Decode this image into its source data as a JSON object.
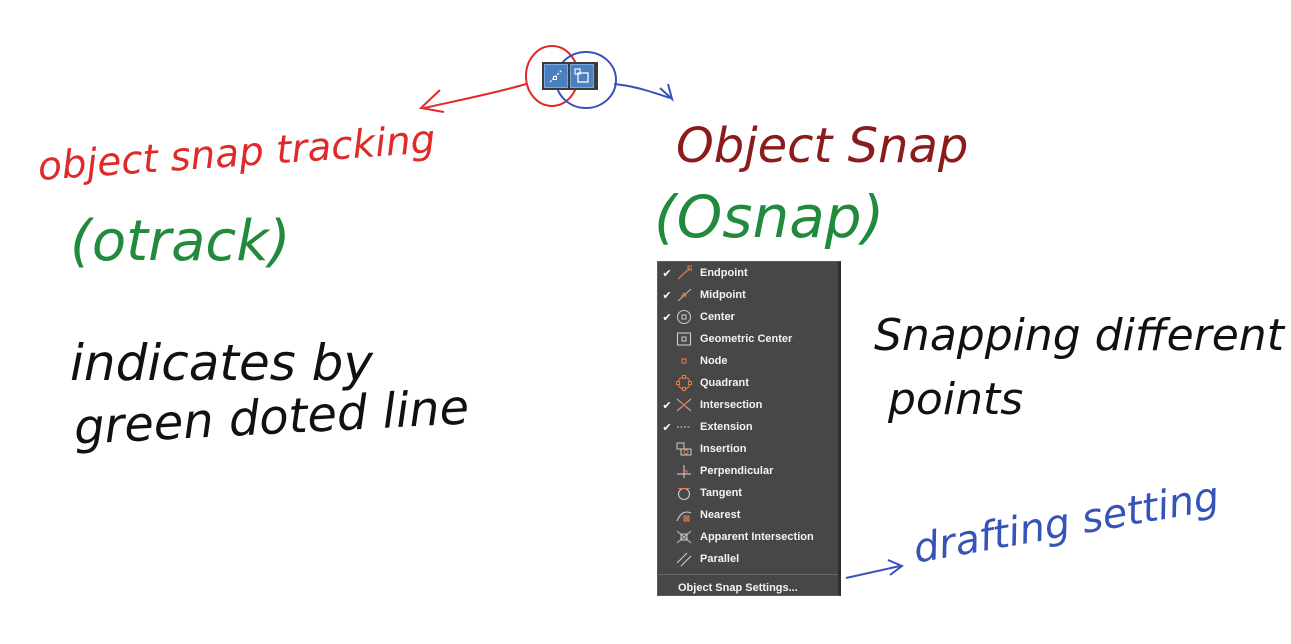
{
  "annotations": {
    "otrack_title": "object snap tracking",
    "otrack_abbrev": "(otrack)",
    "otrack_note_line1": "indicates by",
    "otrack_note_line2": "green doted line",
    "osnap_title": "Object Snap",
    "osnap_abbrev": "(Osnap)",
    "osnap_note_line1": "Snapping different",
    "osnap_note_line2": "points",
    "settings_note": "drafting setting"
  },
  "toolbar": {
    "buttons": [
      {
        "name": "object-snap-tracking",
        "icon": "otrack-icon"
      },
      {
        "name": "object-snap",
        "icon": "osnap-icon"
      }
    ]
  },
  "menu": {
    "items": [
      {
        "label": "Endpoint",
        "checked": true,
        "icon": "endpoint-icon"
      },
      {
        "label": "Midpoint",
        "checked": true,
        "icon": "midpoint-icon"
      },
      {
        "label": "Center",
        "checked": true,
        "icon": "center-icon"
      },
      {
        "label": "Geometric Center",
        "checked": false,
        "icon": "geometric-center-icon"
      },
      {
        "label": "Node",
        "checked": false,
        "icon": "node-icon"
      },
      {
        "label": "Quadrant",
        "checked": false,
        "icon": "quadrant-icon"
      },
      {
        "label": "Intersection",
        "checked": true,
        "icon": "intersection-icon"
      },
      {
        "label": "Extension",
        "checked": true,
        "icon": "extension-icon"
      },
      {
        "label": "Insertion",
        "checked": false,
        "icon": "insertion-icon"
      },
      {
        "label": "Perpendicular",
        "checked": false,
        "icon": "perpendicular-icon"
      },
      {
        "label": "Tangent",
        "checked": false,
        "icon": "tangent-icon"
      },
      {
        "label": "Nearest",
        "checked": false,
        "icon": "nearest-icon"
      },
      {
        "label": "Apparent Intersection",
        "checked": false,
        "icon": "apparent-intersection-icon"
      },
      {
        "label": "Parallel",
        "checked": false,
        "icon": "parallel-icon"
      }
    ],
    "settings_label": "Object Snap Settings...",
    "check_glyph": "✔"
  },
  "colors": {
    "red_ink": "#e02a2a",
    "green_ink": "#218a3c",
    "blue_ink": "#3553b8",
    "black_ink": "#111111",
    "menu_bg": "#474747",
    "button_blue": "#4b7fbf"
  }
}
